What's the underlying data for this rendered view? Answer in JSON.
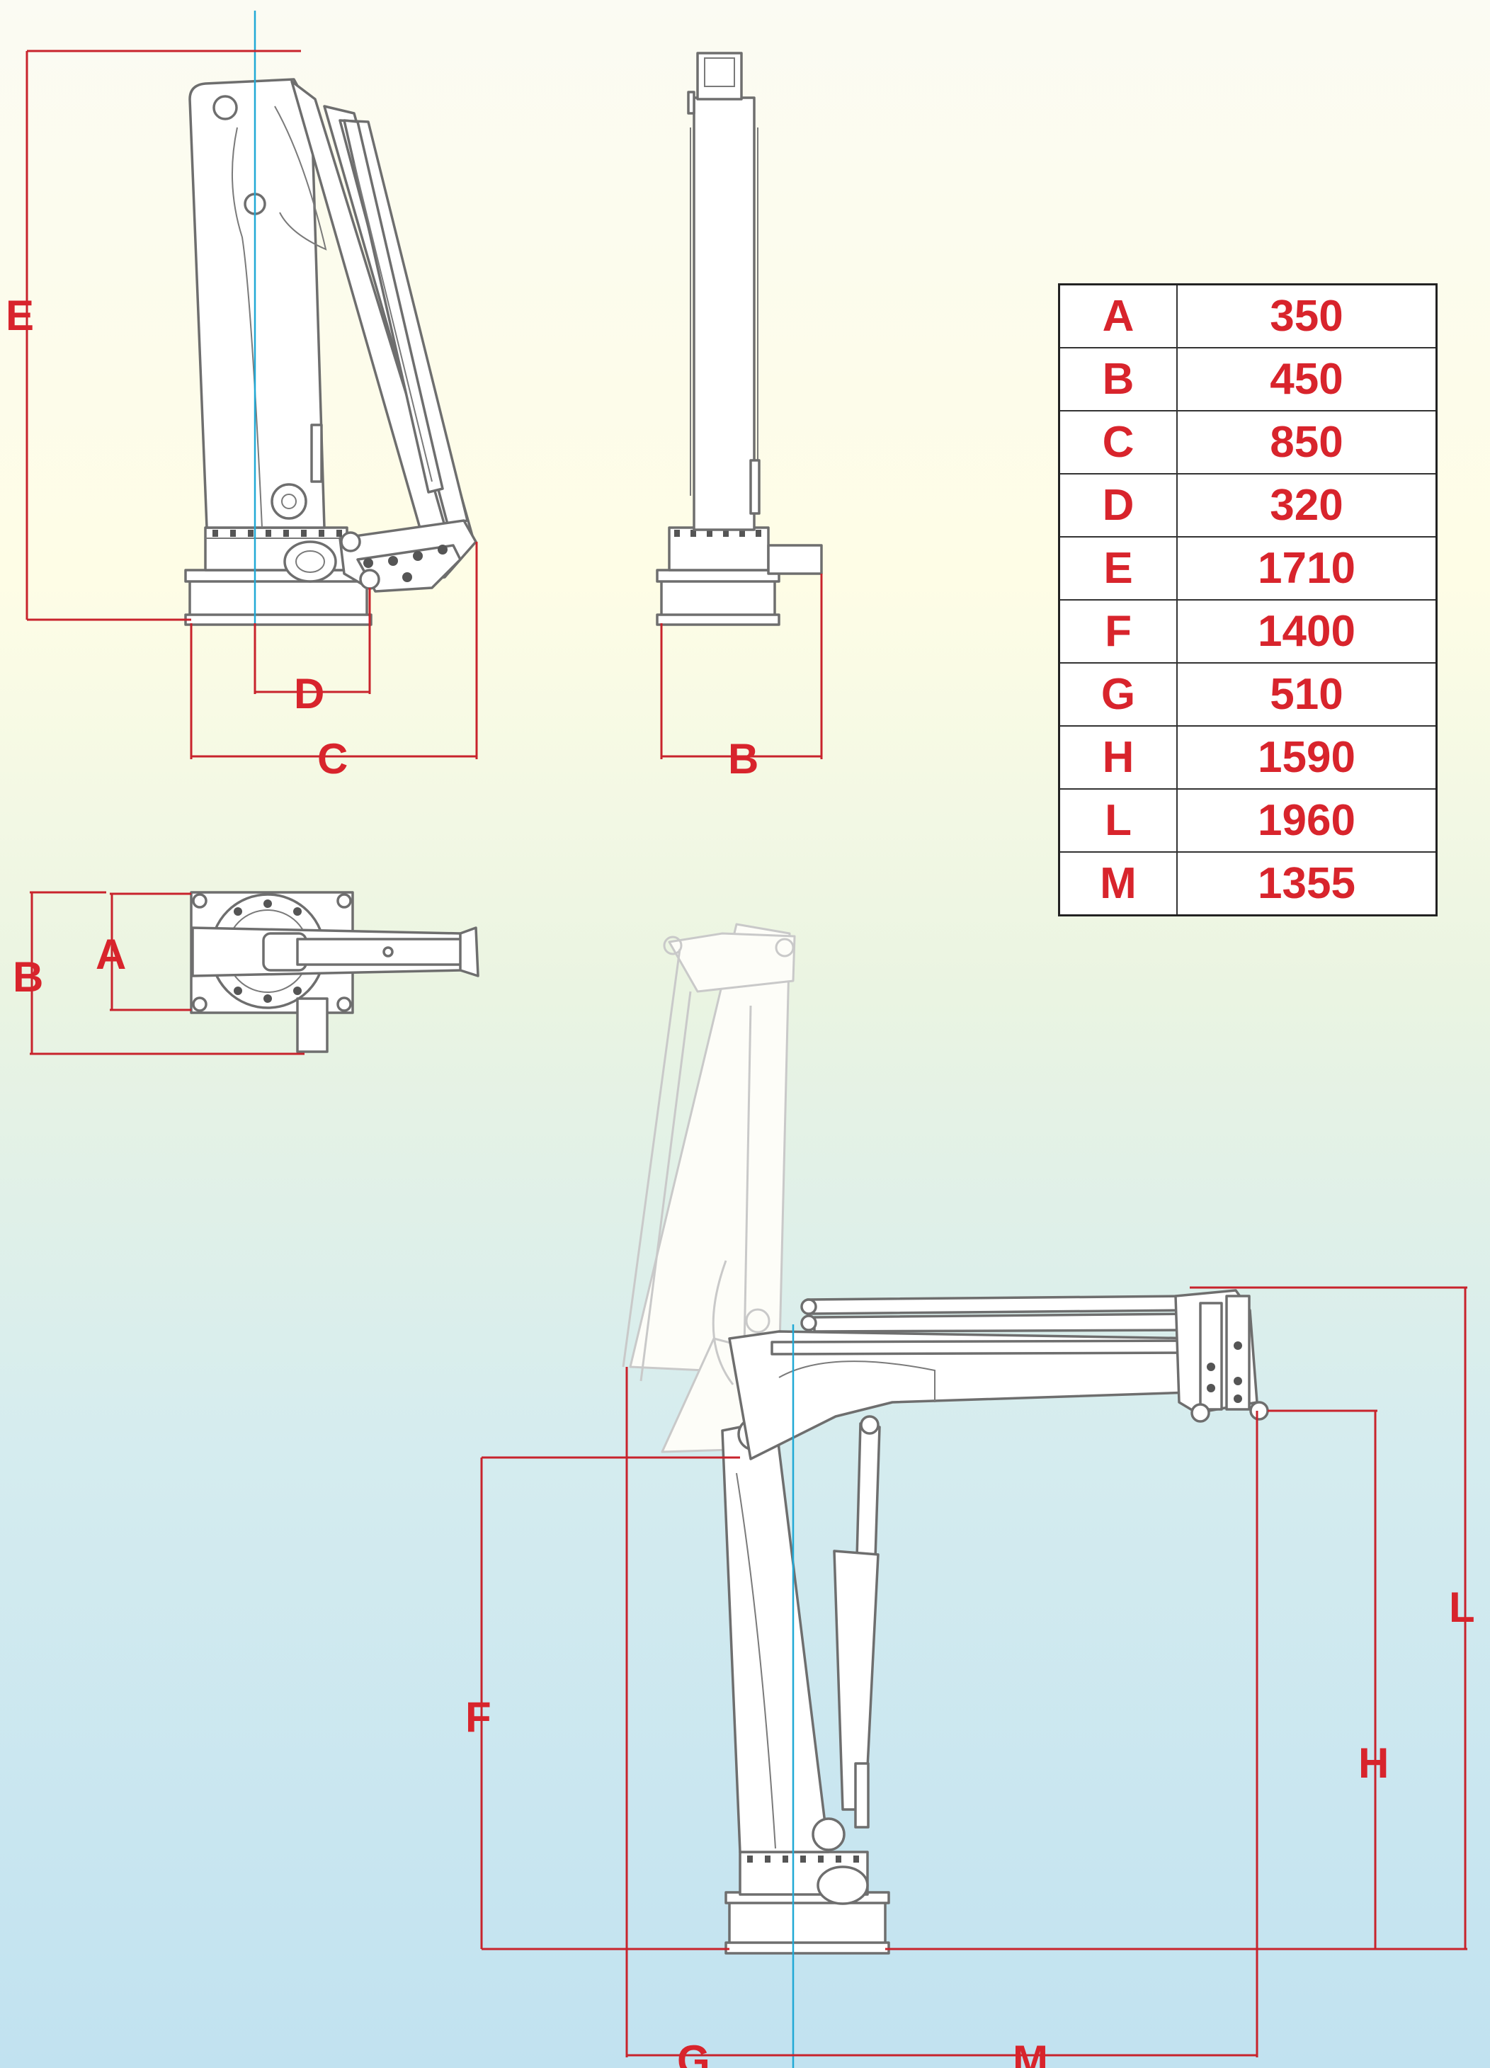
{
  "dimensions_table": [
    {
      "key": "A",
      "value": "350"
    },
    {
      "key": "B",
      "value": "450"
    },
    {
      "key": "C",
      "value": "850"
    },
    {
      "key": "D",
      "value": "320"
    },
    {
      "key": "E",
      "value": "1710"
    },
    {
      "key": "F",
      "value": "1400"
    },
    {
      "key": "G",
      "value": "510"
    },
    {
      "key": "H",
      "value": "1590"
    },
    {
      "key": "L",
      "value": "1960"
    },
    {
      "key": "M",
      "value": "1355"
    }
  ],
  "dimension_labels": {
    "E": "E",
    "D": "D",
    "C": "C",
    "B_side": "B",
    "B_top": "B",
    "A": "A",
    "F": "F",
    "G": "G",
    "M": "M",
    "H": "H",
    "L": "L"
  },
  "colors": {
    "dimension_red": "#d8242c",
    "axis_blue": "#21a9d6",
    "line_gray": "#6e6e6e",
    "ghost_gray": "#c9c9c9"
  }
}
